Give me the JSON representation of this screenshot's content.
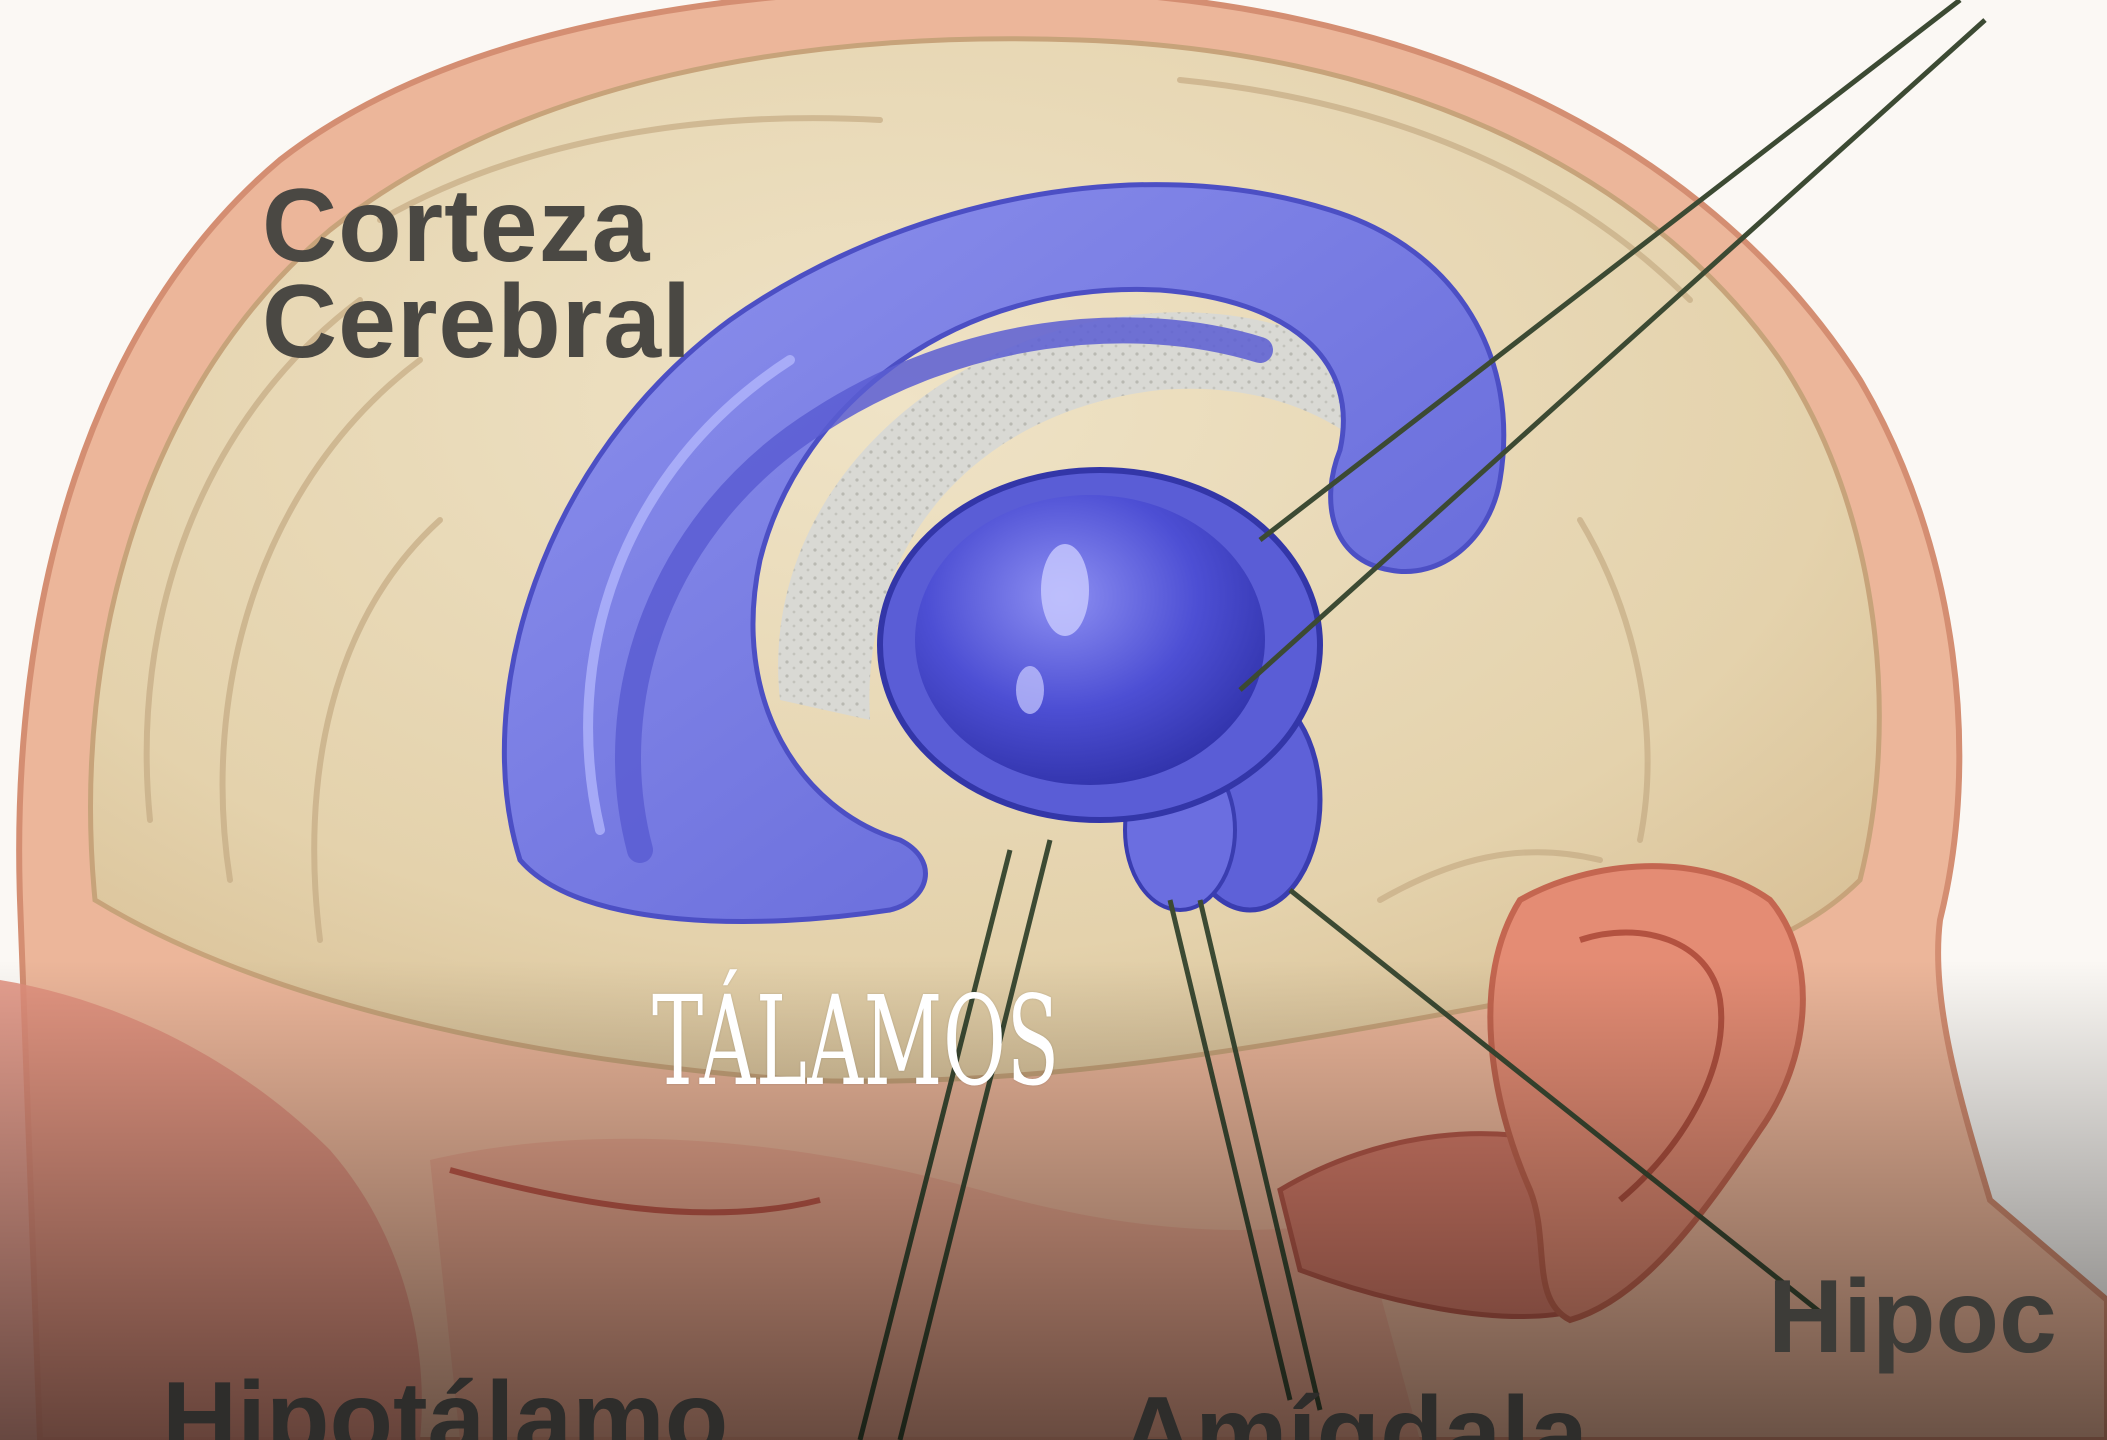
{
  "labels": {
    "cortex_line1": "Corteza",
    "cortex_line2": "Cerebral",
    "hypothalamus": "Hipotálamo",
    "amygdala": "Amígdala",
    "hippocampus": "Hipoc"
  },
  "caption": "TÁLAMOS",
  "colors": {
    "skin": "#ecb69a",
    "brain": "#e6d6b4",
    "limbic_blue": "#6d70e0",
    "thalamus": "#4d4fd4",
    "caption_text": "#ffffff"
  }
}
